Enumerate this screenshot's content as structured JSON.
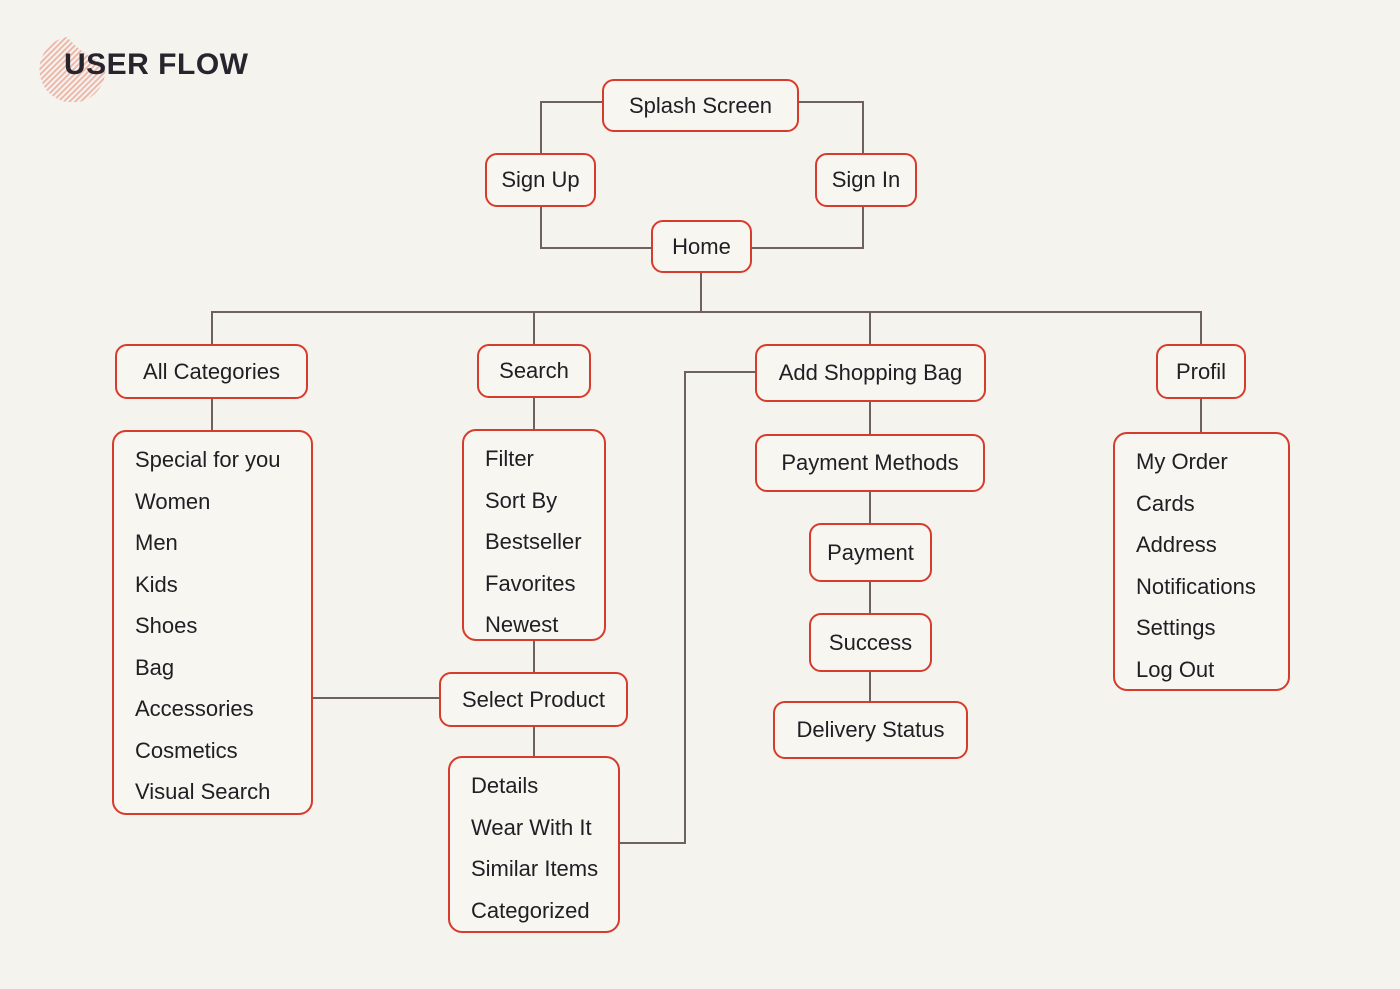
{
  "title": "USER FLOW",
  "colors": {
    "background": "#f4f3ee",
    "node_border": "#d73b2b",
    "connector": "#6e615f",
    "text": "#202024",
    "logo_pink": "#efb2a5"
  },
  "nodes": {
    "splash_screen": "Splash Screen",
    "sign_up": "Sign Up",
    "sign_in": "Sign In",
    "home": "Home",
    "all_categories": "All Categories",
    "search": "Search",
    "add_shopping_bag": "Add Shopping Bag",
    "profil": "Profil",
    "select_product": "Select Product",
    "payment_methods": "Payment Methods",
    "payment": "Payment",
    "success": "Success",
    "delivery_status": "Delivery Status"
  },
  "lists": {
    "categories": {
      "items": [
        "Special for you",
        "Women",
        "Men",
        "Kids",
        "Shoes",
        "Bag",
        "Accessories",
        "Cosmetics",
        "Visual Search"
      ]
    },
    "search_options": {
      "items": [
        "Filter",
        "Sort By",
        "Bestseller",
        "Favorites",
        "Newest"
      ]
    },
    "product_sections": {
      "items": [
        "Details",
        "Wear With It",
        "Similar Items",
        "Categorized"
      ]
    },
    "profile_options": {
      "items": [
        "My Order",
        "Cards",
        "Address",
        "Notifications",
        "Settings",
        "Log Out"
      ]
    }
  }
}
